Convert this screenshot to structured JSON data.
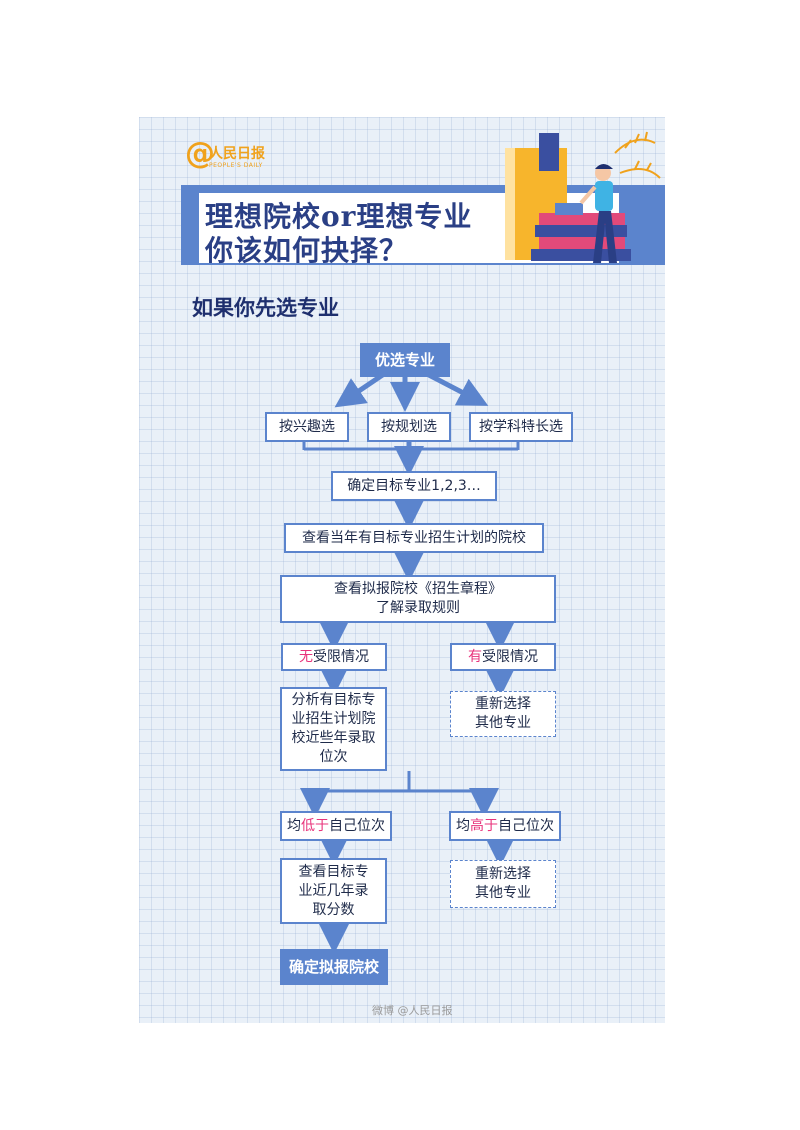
{
  "logo": {
    "cn": "人民日报",
    "en": "PEOPLE'S DAILY",
    "at": "@"
  },
  "title": {
    "line1": "理想院校or理想专业",
    "line2": "你该如何抉择？"
  },
  "section_title": "如果你先选专业",
  "flow": {
    "start": "优选专业",
    "options": [
      "按兴趣选",
      "按规划选",
      "按学科特长选"
    ],
    "step1": "确定目标专业1,2,3…",
    "step2": "查看当年有目标专业招生计划的院校",
    "step3_line1": "查看拟报院校《招生章程》",
    "step3_line2": "了解录取规则",
    "left_branch": {
      "hl": "无",
      "rest": "受限情况"
    },
    "right_branch": {
      "hl": "有",
      "rest": "受限情况"
    },
    "analyze": "分析有目标专业招生计划院校近些年录取位次",
    "reselect_1": "重新选择其他专业",
    "lower": {
      "pre": "均",
      "hl": "低于",
      "post": "自己位次"
    },
    "higher": {
      "pre": "均",
      "hl": "高于",
      "post": "自己位次"
    },
    "check_scores": "查看目标专业近几年录取分数",
    "reselect_2": "重新选择其他专业",
    "final": "确定拟报院校"
  },
  "watermark": "微博 @人民日报",
  "colors": {
    "primary": "#5b84cd",
    "dark_title": "#2a3f85",
    "highlight": "#e8347c",
    "logo": "#f0a21c",
    "background": "#e9f0f8"
  }
}
